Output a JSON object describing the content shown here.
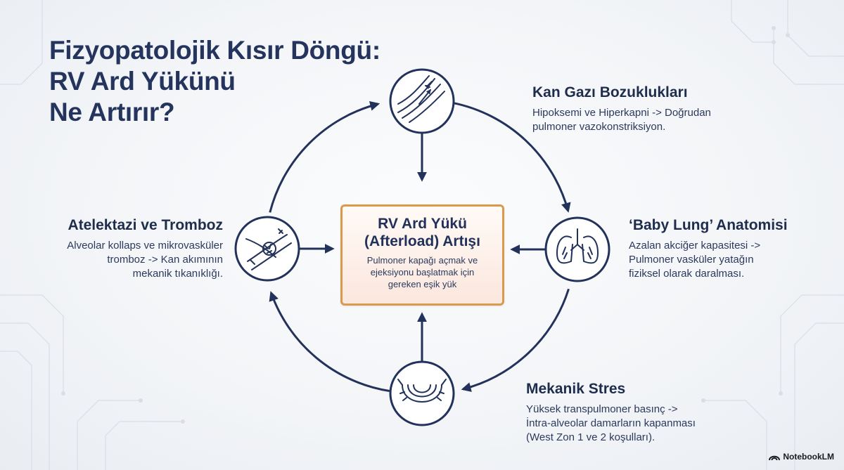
{
  "title": {
    "line1": "Fizyopatolojik Kısır Döngü:",
    "line2": "RV Ard Yükünü",
    "line3": "Ne Artırır?"
  },
  "center": {
    "title_line1": "RV Ard Yükü",
    "title_line2": "(Afterload) Artışı",
    "desc_line1": "Pulmoner kapağı açmak ve",
    "desc_line2": "ejeksiyonu başlatmak için",
    "desc_line3": "gereken eşik yük"
  },
  "nodes": {
    "kan_gazi": {
      "icon": "blood-vessel-icon",
      "title": "Kan Gazı Bozuklukları",
      "desc_line1": "Hipoksemi ve Hiperkapni -> Doğrudan",
      "desc_line2": "pulmoner vazokonstriksiyon."
    },
    "baby_lung": {
      "icon": "lungs-icon",
      "title": "‘Baby Lung’ Anatomisi",
      "desc_line1": "Azalan akciğer kapasitesi ->",
      "desc_line2": "Pulmoner vasküler yatağın",
      "desc_line3": "fiziksel olarak daralması."
    },
    "mekanik": {
      "icon": "compressed-alveolus-icon",
      "title": "Mekanik Stres",
      "desc_line1": "Yüksek transpulmoner basınç ->",
      "desc_line2": "İntra-alveolar damarların kapanması",
      "desc_line3": "(West Zon 1 ve 2 koşulları)."
    },
    "atelektazi": {
      "icon": "thrombus-vessel-icon",
      "title": "Atelektazi ve Tromboz",
      "desc_line1": "Alveolar kollaps ve mikrovasküler",
      "desc_line2": "tromboz -> Kan akımının",
      "desc_line3": "mekanik tıkanıklığı."
    }
  },
  "brand": {
    "label": "NotebookLM",
    "icon": "notebooklm-logo-icon"
  },
  "colors": {
    "navy": "#23325a",
    "center_border": "#d99a4e",
    "center_fill": "#fbe7de",
    "background": "#f3f5f8"
  }
}
